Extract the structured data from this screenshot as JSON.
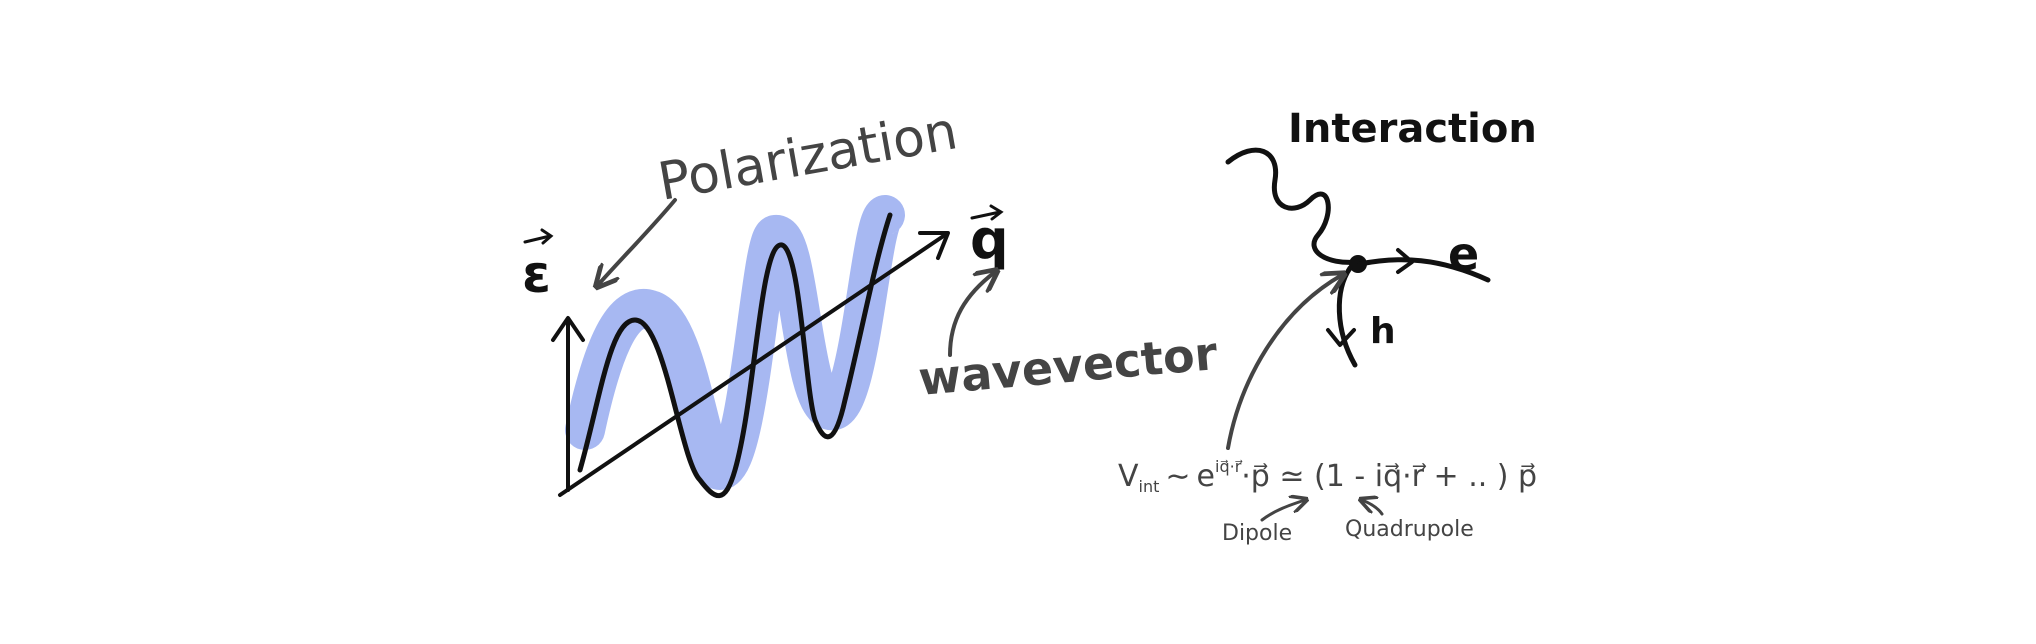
{
  "labels": {
    "polarization": "Polarization",
    "polarization_symbol": "ε",
    "wavevector_symbol": "q",
    "wavevector": "wavevector",
    "interaction": "Interaction",
    "electron": "e",
    "hole": "h",
    "formula_v": "V",
    "formula_int": "int",
    "formula_approx": "∼",
    "formula_exp": "e",
    "formula_exp_sup": "iq⃗·r⃗",
    "formula_p": "·p⃗ ≃ (1 - iq⃗·r⃗ + .. ) p⃗",
    "dipole": "Dipole",
    "quadrupole": "Quadrupole"
  },
  "colors": {
    "wave_highlight": "#a7b8f2",
    "ink_dark": "#111111",
    "ink_gray": "#444444",
    "background": "#ffffff"
  }
}
